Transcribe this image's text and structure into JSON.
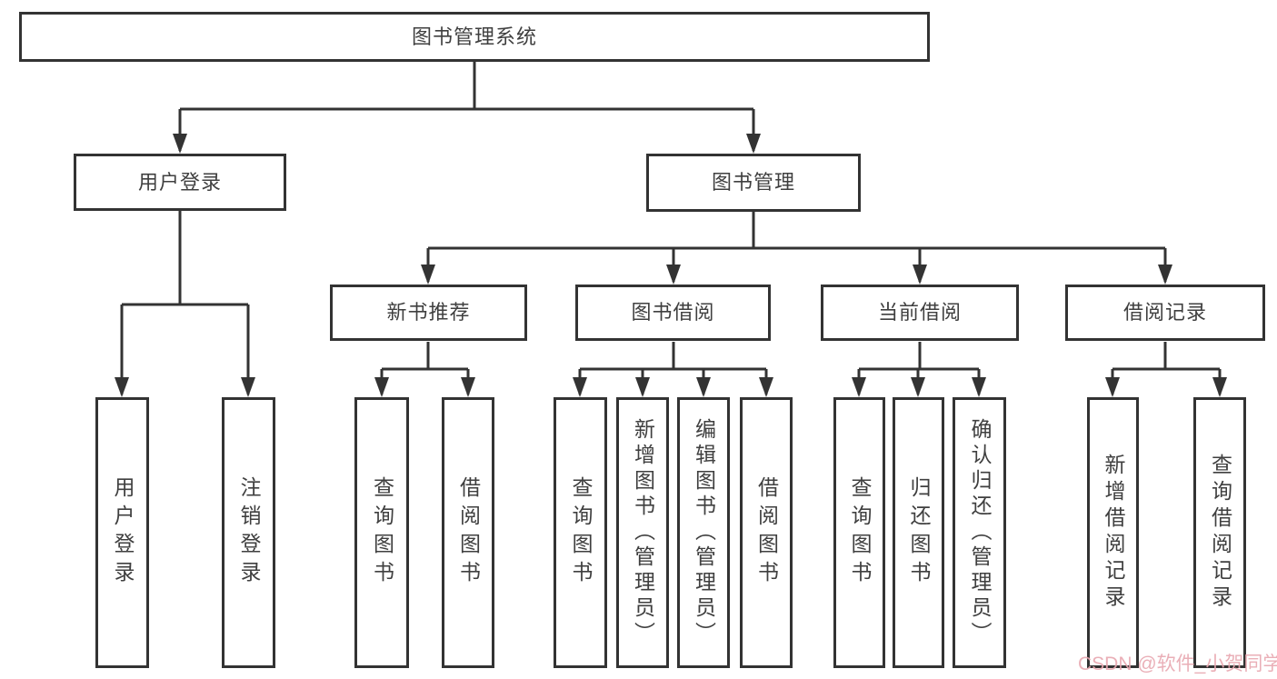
{
  "diagram_title": "图书管理系统",
  "watermark": "CSDN @软件_小贺同学",
  "colors": {
    "line": "#333333",
    "text": "#3f3f3f",
    "watermark": "#e8a7b0",
    "background": "#ffffff"
  },
  "nodes": {
    "root": "图书管理系统",
    "user_login": "用户登录",
    "book_management": "图书管理",
    "new_book_recommend": "新书推荐",
    "book_borrowing": "图书借阅",
    "current_borrowing": "当前借阅",
    "borrowing_records": "借阅记录",
    "leaf_user_login": "用户登录",
    "leaf_logout": "注销登录",
    "leaf_query_books_recommend": "查询图书",
    "leaf_borrow_books_recommend": "借阅图书",
    "leaf_query_books_borrowing": "查询图书",
    "leaf_add_books_admin": "新增图书（管理员）",
    "leaf_edit_books_admin": "编辑图书（管理员）",
    "leaf_borrow_books_borrowing": "借阅图书",
    "leaf_query_books_current": "查询图书",
    "leaf_return_books": "归还图书",
    "leaf_confirm_return_admin": "确认归还（管理员）",
    "leaf_add_borrow_record": "新增借阅记录",
    "leaf_query_borrow_record": "查询借阅记录"
  },
  "hierarchy": {
    "图书管理系统": {
      "用户登录": [
        "用户登录",
        "注销登录"
      ],
      "图书管理": {
        "新书推荐": [
          "查询图书",
          "借阅图书"
        ],
        "图书借阅": [
          "查询图书",
          "新增图书（管理员）",
          "编辑图书（管理员）",
          "借阅图书"
        ],
        "当前借阅": [
          "查询图书",
          "归还图书",
          "确认归还（管理员）"
        ],
        "借阅记录": [
          "新增借阅记录",
          "查询借阅记录"
        ]
      }
    }
  }
}
